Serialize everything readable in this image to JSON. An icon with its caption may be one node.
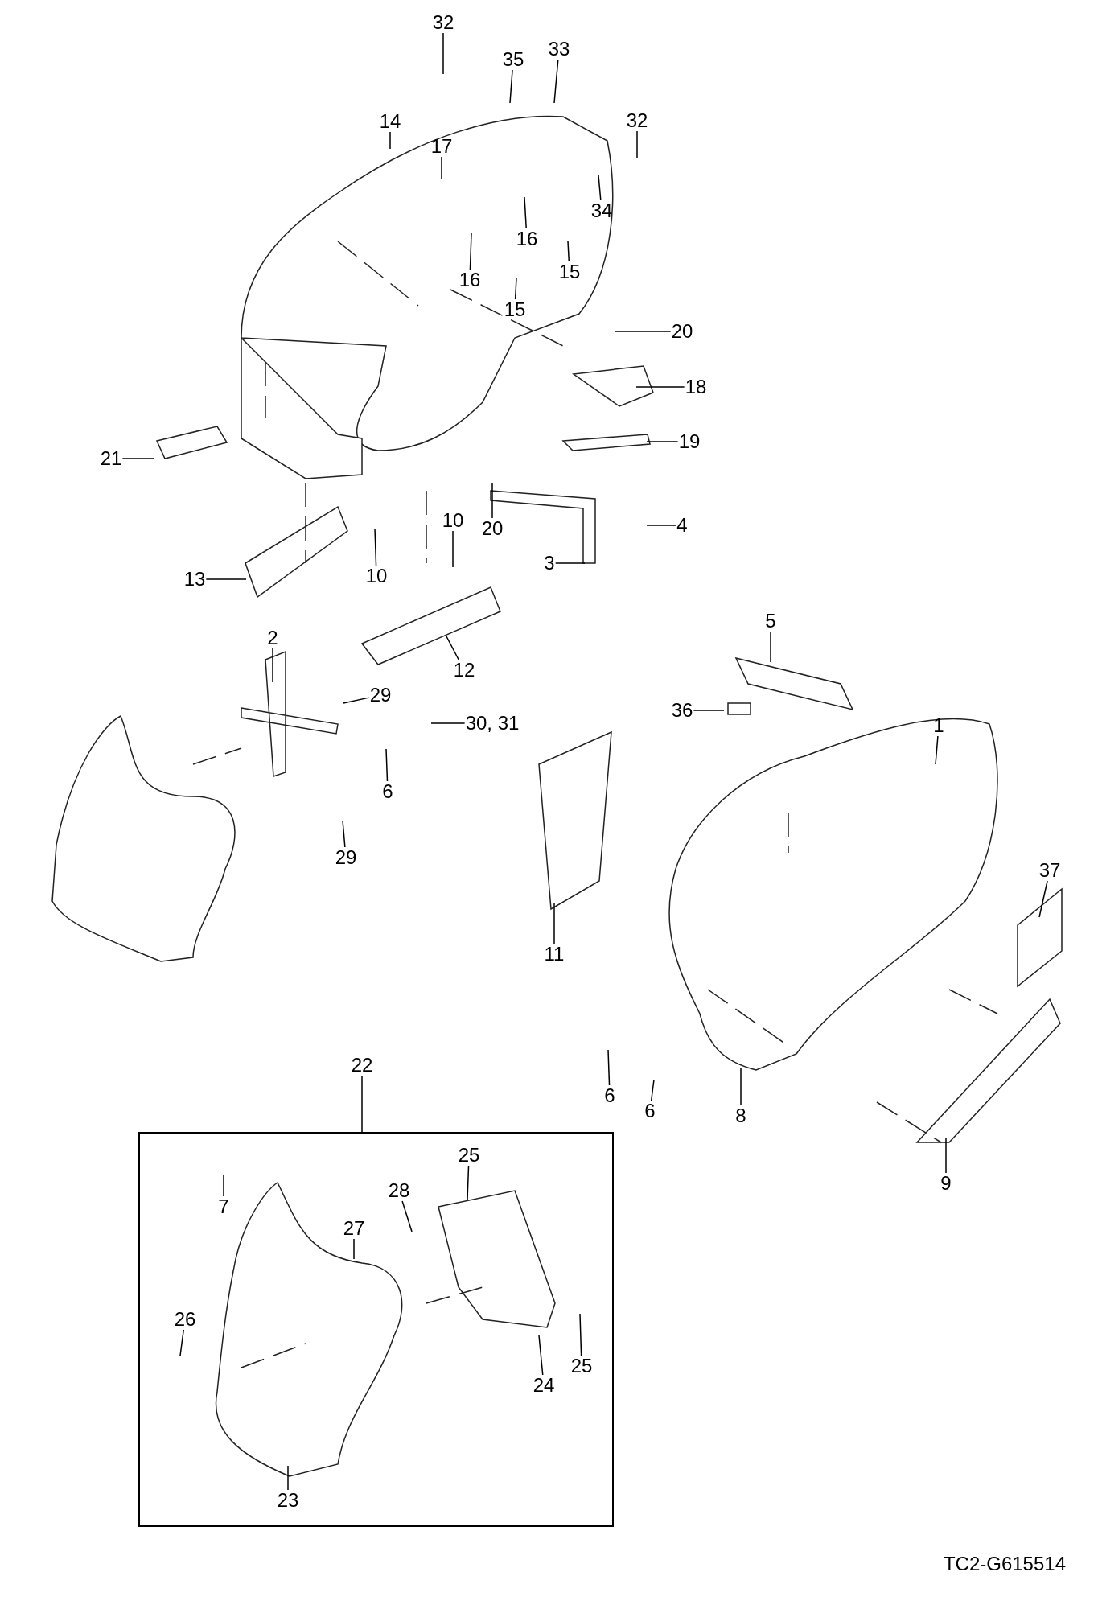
{
  "diagram": {
    "nodes": [
      {
        "text": [
          "32"
        ]
      },
      {
        "text": [
          "35"
        ]
      },
      {
        "text": [
          "33"
        ]
      },
      {
        "text": [
          "32"
        ]
      },
      {
        "text": [
          "14"
        ]
      },
      {
        "text": [
          "17"
        ]
      },
      {
        "text": [
          "34"
        ]
      },
      {
        "text": [
          "16"
        ]
      },
      {
        "text": [
          "15"
        ]
      },
      {
        "text": [
          "16"
        ]
      },
      {
        "text": [
          "15"
        ]
      },
      {
        "text": [
          "20"
        ]
      },
      {
        "text": [
          "18"
        ]
      },
      {
        "text": [
          "19"
        ]
      },
      {
        "text": [
          "21"
        ]
      },
      {
        "text": [
          "10"
        ]
      },
      {
        "text": [
          "4"
        ]
      },
      {
        "text": [
          "20"
        ]
      },
      {
        "text": [
          "3"
        ]
      },
      {
        "text": [
          "13"
        ]
      },
      {
        "text": [
          "10"
        ]
      },
      {
        "text": [
          "5"
        ]
      },
      {
        "text": [
          "2"
        ]
      },
      {
        "text": [
          "12"
        ]
      },
      {
        "text": [
          "29"
        ]
      },
      {
        "text": [
          "36"
        ]
      },
      {
        "text": [
          "30, 31"
        ]
      },
      {
        "text": [
          "1"
        ]
      },
      {
        "text": [
          "6"
        ]
      },
      {
        "text": [
          "29"
        ]
      },
      {
        "text": [
          "37"
        ]
      },
      {
        "text": [
          "11"
        ]
      },
      {
        "text": [
          "22"
        ]
      },
      {
        "text": [],
        "shape": "box"
      },
      {
        "text": [
          "6"
        ]
      },
      {
        "text": [
          "6"
        ]
      },
      {
        "text": [
          "8"
        ]
      },
      {
        "text": [
          "9"
        ]
      },
      {
        "text": [
          "25"
        ],
        "in": 33
      },
      {
        "text": [
          "28"
        ],
        "in": 33
      },
      {
        "text": [
          "7"
        ],
        "in": 33
      },
      {
        "text": [
          "27"
        ],
        "in": 33
      },
      {
        "text": [
          "26"
        ],
        "in": 33
      },
      {
        "text": [
          "25"
        ],
        "in": 33
      },
      {
        "text": [
          "24"
        ],
        "in": 33
      },
      {
        "text": [
          "23"
        ],
        "in": 33
      }
    ],
    "edges": [
      {
        "from": 0,
        "to": null,
        "arrow": "none"
      },
      {
        "from": 1,
        "to": null,
        "arrow": "none"
      },
      {
        "from": 2,
        "to": null,
        "arrow": "none"
      },
      {
        "from": 3,
        "to": null,
        "arrow": "none"
      },
      {
        "from": 4,
        "to": null,
        "arrow": "none"
      },
      {
        "from": 5,
        "to": null,
        "arrow": "none"
      },
      {
        "from": 6,
        "to": null,
        "arrow": "none"
      },
      {
        "from": 7,
        "to": null,
        "arrow": "none"
      },
      {
        "from": 8,
        "to": null,
        "arrow": "none"
      },
      {
        "from": 9,
        "to": null,
        "arrow": "none"
      },
      {
        "from": 10,
        "to": null,
        "arrow": "none"
      },
      {
        "from": 11,
        "to": null,
        "arrow": "none"
      },
      {
        "from": 12,
        "to": null,
        "arrow": "none"
      },
      {
        "from": 13,
        "to": null,
        "arrow": "none"
      },
      {
        "from": 14,
        "to": null,
        "arrow": "none"
      },
      {
        "from": 15,
        "to": null,
        "arrow": "none"
      },
      {
        "from": 16,
        "to": null,
        "arrow": "none"
      },
      {
        "from": 17,
        "to": null,
        "arrow": "none"
      },
      {
        "from": 18,
        "to": null,
        "arrow": "none"
      },
      {
        "from": 19,
        "to": null,
        "arrow": "none"
      },
      {
        "from": 20,
        "to": null,
        "arrow": "none"
      },
      {
        "from": 21,
        "to": null,
        "arrow": "none"
      },
      {
        "from": 22,
        "to": null,
        "arrow": "none"
      },
      {
        "from": 23,
        "to": null,
        "arrow": "none"
      },
      {
        "from": 24,
        "to": null,
        "arrow": "none"
      },
      {
        "from": 25,
        "to": null,
        "arrow": "none"
      },
      {
        "from": 26,
        "to": null,
        "arrow": "none"
      },
      {
        "from": 27,
        "to": null,
        "arrow": "none"
      },
      {
        "from": 28,
        "to": null,
        "arrow": "none"
      },
      {
        "from": 29,
        "to": null,
        "arrow": "none"
      },
      {
        "from": 30,
        "to": null,
        "arrow": "none"
      },
      {
        "from": 31,
        "to": null,
        "arrow": "none"
      },
      {
        "from": 32,
        "to": 33,
        "arrow": "none"
      },
      {
        "from": 34,
        "to": null,
        "arrow": "none"
      },
      {
        "from": 35,
        "to": null,
        "arrow": "none"
      },
      {
        "from": 36,
        "to": null,
        "arrow": "none"
      },
      {
        "from": 37,
        "to": null,
        "arrow": "none"
      },
      {
        "from": 38,
        "to": null,
        "arrow": "none"
      },
      {
        "from": 39,
        "to": null,
        "arrow": "none"
      },
      {
        "from": 40,
        "to": null,
        "arrow": "none"
      },
      {
        "from": 41,
        "to": null,
        "arrow": "none"
      },
      {
        "from": 42,
        "to": null,
        "arrow": "none"
      },
      {
        "from": 43,
        "to": null,
        "arrow": "none"
      },
      {
        "from": 44,
        "to": null,
        "arrow": "none"
      },
      {
        "from": 45,
        "to": null,
        "arrow": "none"
      }
    ],
    "labels": [
      "TC2-G615514"
    ]
  }
}
